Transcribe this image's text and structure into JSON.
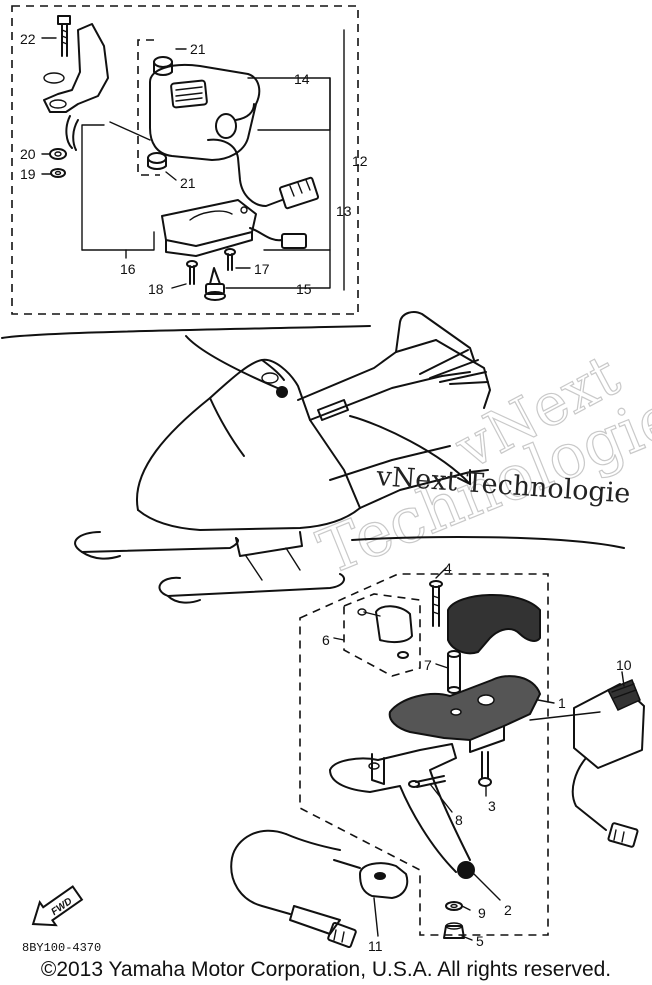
{
  "callouts": {
    "c1": "1",
    "c2": "2",
    "c3": "3",
    "c4": "4",
    "c5": "5",
    "c6": "6",
    "c7": "7",
    "c8": "8",
    "c9": "9",
    "c10": "10",
    "c11": "11",
    "c12": "12",
    "c13": "13",
    "c14": "14",
    "c15": "15",
    "c16": "16",
    "c17": "17",
    "c18": "18",
    "c19": "19",
    "c20": "20",
    "c21a": "21",
    "c21b": "21",
    "c22": "22"
  },
  "watermark": {
    "line_a": "vNext",
    "line_b": "Technologie",
    "inline_text": "vNext Technologie"
  },
  "front_arrow_label": "FWD",
  "reference_code": "8BY100-4370",
  "copyright": "©2013 Yamaha Motor Corporation, U.S.A. All rights reserved."
}
